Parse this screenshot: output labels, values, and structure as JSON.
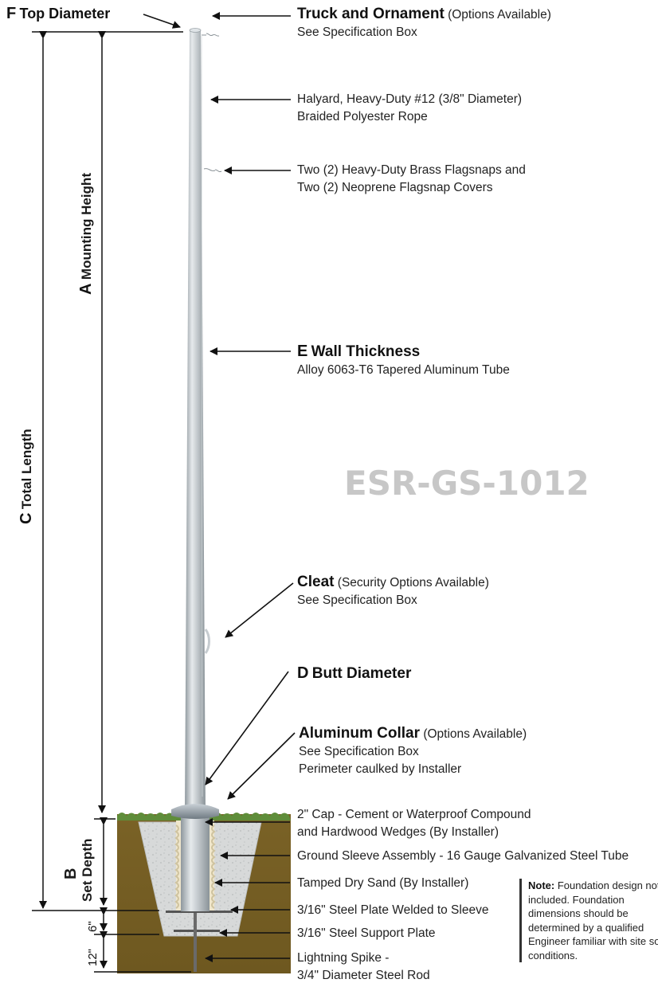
{
  "model_number": "ESR-GS-1012",
  "labels": {
    "f_letter": "F",
    "f_text": "Top Diameter",
    "truck_title": "Truck and Ornament",
    "truck_options": "(Options Available)",
    "truck_sub": "See Specification Box",
    "halyard_line1": "Halyard, Heavy-Duty #12 (3/8\" Diameter)",
    "halyard_line2": "Braided Polyester Rope",
    "flagsnap_line1": "Two (2) Heavy-Duty Brass Flagsnaps and",
    "flagsnap_line2": "Two (2) Neoprene Flagsnap Covers",
    "e_letter": "E",
    "e_title": "Wall Thickness",
    "e_sub": "Alloy 6063-T6 Tapered Aluminum Tube",
    "cleat_title": "Cleat",
    "cleat_options": "(Security Options Available)",
    "cleat_sub": "See Specification Box",
    "d_letter": "D",
    "d_title": "Butt Diameter",
    "collar_title": "Aluminum Collar",
    "collar_options": "(Options Available)",
    "collar_sub1": "See Specification Box",
    "collar_sub2": "Perimeter caulked by Installer",
    "cap_line1": "2\" Cap - Cement or Waterproof Compound",
    "cap_line2": "and Hardwood Wedges (By Installer)",
    "sleeve": "Ground Sleeve Assembly - 16 Gauge Galvanized Steel Tube",
    "sand": "Tamped Dry Sand (By Installer)",
    "plate_welded": "3/16\" Steel Plate Welded to Sleeve",
    "plate_support": "3/16\" Steel Support Plate",
    "spike_line1": "Lightning Spike -",
    "spike_line2": "3/4\" Diameter Steel Rod"
  },
  "dimensions": {
    "a_letter": "A",
    "a_text": "Mounting Height",
    "c_letter": "C",
    "c_text": "Total Length",
    "b_letter": "B",
    "b_text": "Set Depth",
    "six_inch": "6\"",
    "twelve_inch": "12\""
  },
  "note": {
    "heading": "Note:",
    "body": "Foundation design not included. Foundation dimensions should be determined by a qualified Engineer familiar with site soil conditions."
  },
  "colors": {
    "pole": "#b9c0c5",
    "soil": "#7d6527",
    "concrete": "#d6d8d8",
    "grass": "#5f8d3a",
    "model_text": "#c7c7c7"
  }
}
